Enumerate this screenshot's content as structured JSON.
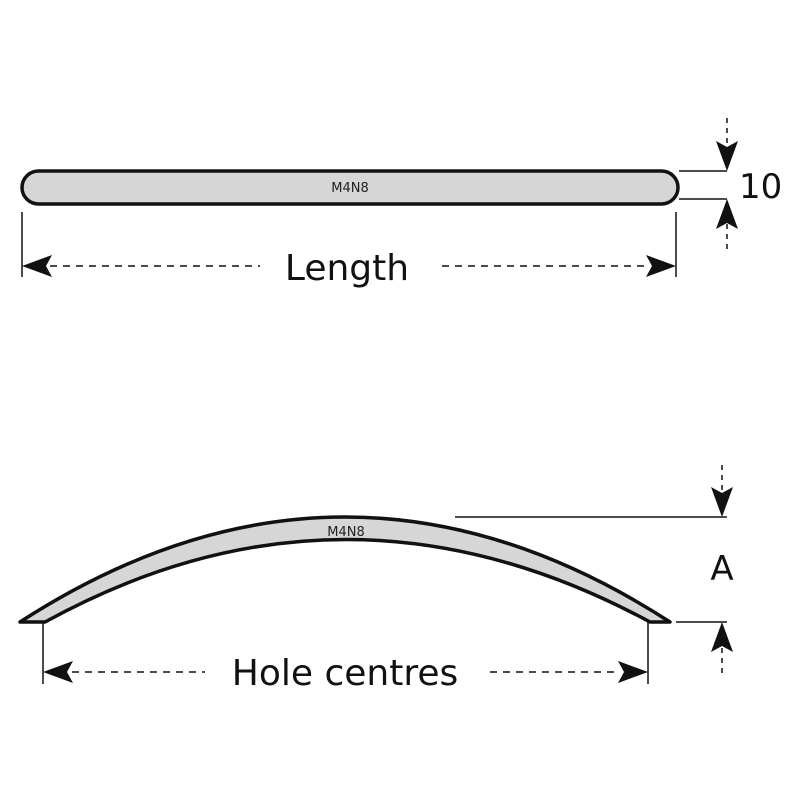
{
  "top_view": {
    "part_code": "M4N8",
    "thickness_label": "10",
    "length_label": "Length"
  },
  "bottom_view": {
    "part_code": "M4N8",
    "height_label": "A",
    "hole_centres_label": "Hole centres"
  },
  "colors": {
    "part_fill": "#d6d6d6",
    "outline": "#111111",
    "background": "#ffffff"
  }
}
